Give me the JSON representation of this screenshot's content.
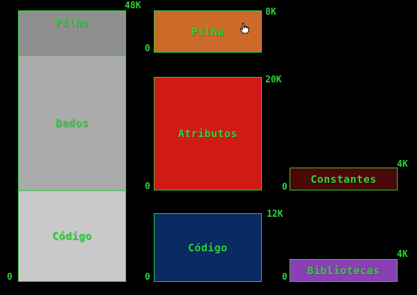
{
  "colors": {
    "label": "#2fd33a",
    "border": "#2fcf3a",
    "background": "#000000"
  },
  "segments": [
    {
      "label": "Pilha",
      "color": "#8f8f8f"
    },
    {
      "label": "Dados",
      "color": "#ababab"
    },
    {
      "label": "Código",
      "color": "#c9c9c9"
    },
    {
      "label": "Pilha",
      "color": "#cb6a29"
    },
    {
      "label": "Atributos",
      "color": "#d11a15"
    },
    {
      "label": "Código",
      "color": "#0a2a62"
    },
    {
      "label": "Constantes",
      "color": "#4a0808"
    },
    {
      "label": "Bibliotecas",
      "color": "#8a3fb4"
    }
  ],
  "markers": [
    {
      "text": "48K"
    },
    {
      "text": "0"
    },
    {
      "text": "8K"
    },
    {
      "text": "0"
    },
    {
      "text": "20K"
    },
    {
      "text": "0"
    },
    {
      "text": "12K"
    },
    {
      "text": "0"
    },
    {
      "text": "4K"
    },
    {
      "text": "0"
    },
    {
      "text": "4K"
    },
    {
      "text": "0"
    }
  ],
  "cursor_icon": "hand-pointer-icon"
}
